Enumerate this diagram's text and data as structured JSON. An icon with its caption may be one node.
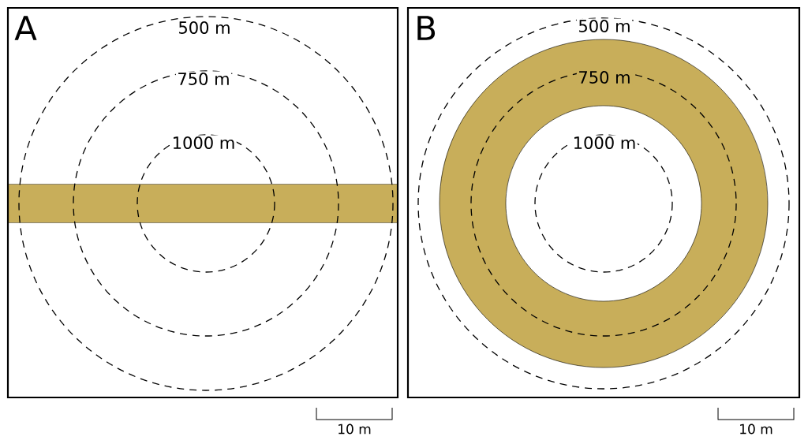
{
  "diagram": {
    "nodes": [
      {
        "text": [
          "A"
        ]
      },
      {
        "text": [],
        "shape": "bar",
        "in": 0
      },
      {
        "text": [
          "B"
        ]
      },
      {
        "text": [],
        "shape": "ring",
        "in": 2
      }
    ],
    "labels": [
      "500 m",
      "500 m",
      "750 m",
      "750 m",
      "1000 m",
      "1000 m",
      "10 m",
      "10 m"
    ]
  }
}
